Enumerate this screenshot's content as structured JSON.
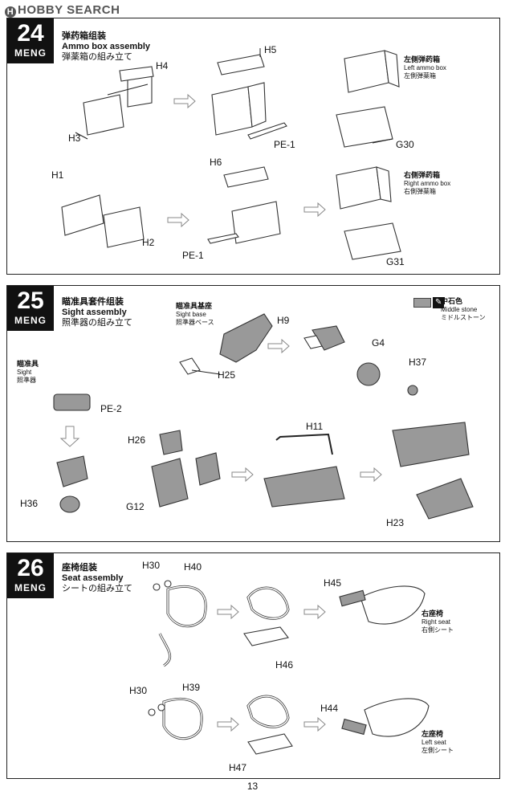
{
  "watermark": "HOBBY SEARCH",
  "page_number": "13",
  "steps": [
    {
      "number": "24",
      "brand": "MENG",
      "title_zh": "弹药箱组装",
      "title_en": "Ammo box assembly",
      "title_ja": "弾薬箱の組み立て",
      "labels": [
        "H4",
        "H3",
        "H5",
        "PE-1",
        "G30",
        "H6",
        "H1",
        "H2",
        "PE-1",
        "G31"
      ],
      "notes": [
        {
          "zh": "左侧弹药箱",
          "en": "Left ammo box",
          "ja": "左側弾薬箱"
        },
        {
          "zh": "右侧弹药箱",
          "en": "Right ammo box",
          "ja": "右側弾薬箱"
        }
      ]
    },
    {
      "number": "25",
      "brand": "MENG",
      "title_zh": "瞄准具套件组装",
      "title_en": "Sight assembly",
      "title_ja": "照準器の組み立て",
      "labels": [
        "H9",
        "H25",
        "G4",
        "H37",
        "PE-2",
        "H26",
        "H11",
        "H36",
        "G12",
        "H23"
      ],
      "sight_base": {
        "zh": "瞄准具基座",
        "en": "Sight base",
        "ja": "照準器ベース"
      },
      "sight": {
        "zh": "瞄准具",
        "en": "Sight",
        "ja": "照準器"
      },
      "paint": {
        "zh": "中石色",
        "en": "Middle stone",
        "ja": "ミドルストーン",
        "swatch": "#9c9c9c"
      }
    },
    {
      "number": "26",
      "brand": "MENG",
      "title_zh": "座椅组装",
      "title_en": "Seat assembly",
      "title_ja": "シートの組み立て",
      "labels": [
        "H30",
        "H40",
        "H45",
        "H46",
        "H30",
        "H39",
        "H44",
        "H47"
      ],
      "notes": [
        {
          "zh": "右座椅",
          "en": "Right seat",
          "ja": "右側シート"
        },
        {
          "zh": "左座椅",
          "en": "Left seat",
          "ja": "左側シート"
        }
      ]
    }
  ]
}
